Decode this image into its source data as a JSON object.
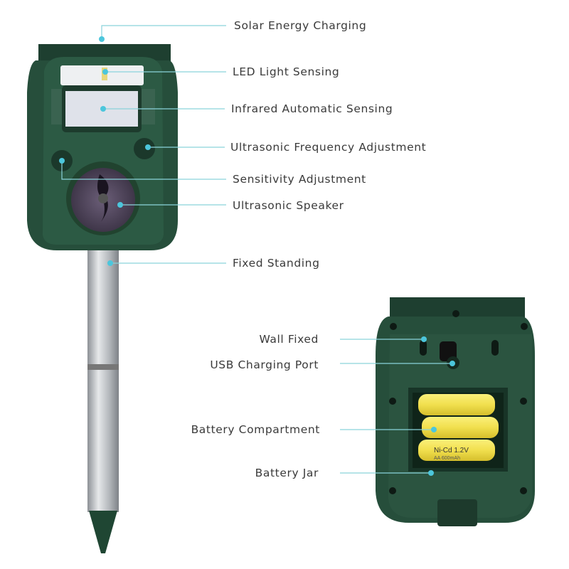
{
  "labels": {
    "solar": "Solar Energy Charging",
    "led": "LED Light Sensing",
    "infrared": "Infrared Automatic Sensing",
    "frequency": "Ultrasonic Frequency Adjustment",
    "sensitivity": "Sensitivity Adjustment",
    "speaker": "Ultrasonic Speaker",
    "standing": "Fixed Standing",
    "wall": "Wall Fixed",
    "usb": "USB Charging Port",
    "battery_compartment": "Battery Compartment",
    "battery_jar": "Battery Jar"
  },
  "battery_print": {
    "line1": "Ni-Cd 1.2V",
    "line2": "AA 600mAh"
  },
  "colors": {
    "leader_line": "#8ad3db",
    "dot": "#4cc6dc",
    "device_green": "#234a38",
    "battery_yellow": "#f3e25a",
    "pole_silver": "#b8bcc0"
  }
}
